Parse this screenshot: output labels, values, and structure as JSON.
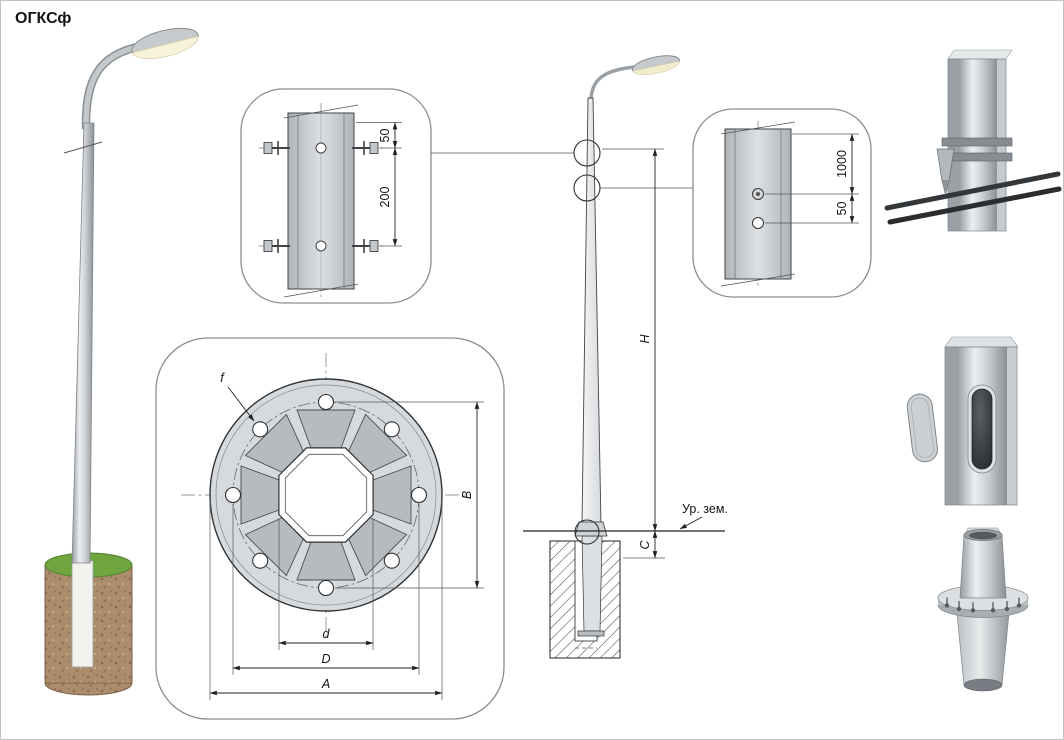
{
  "page": {
    "title": "ОГКСф"
  },
  "detail_top": {
    "dim_50": "50",
    "dim_200": "200"
  },
  "detail_side": {
    "dim_1000": "1000",
    "dim_50": "50"
  },
  "flange": {
    "dim_f": "f",
    "dim_B": "B",
    "dim_d": "d",
    "dim_D": "D",
    "dim_A": "A"
  },
  "elevation": {
    "dim_H": "H",
    "dim_C": "C",
    "ground_label": "Ур. зем."
  }
}
